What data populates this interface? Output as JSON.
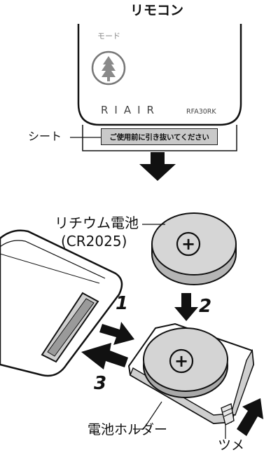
{
  "remote_title": "リモコン",
  "mode_label": "モード",
  "brand_logo": "RIAIR",
  "model_number": "RFA30RK",
  "sheet_label": "シート",
  "sheet_tab_text": "ご使用前に引き抜いてください",
  "battery_label_line1": "リチウム電池",
  "battery_label_line2": "(CR2025)",
  "step_1": "1",
  "step_2": "2",
  "step_3": "3",
  "holder_label": "電池ホルダー",
  "tab_label": "ツメ",
  "plus_symbol": "+",
  "colors": {
    "fill_light": "#d4d4d4",
    "fill_mid": "#a9a9a9",
    "outline": "#111111",
    "arrow": "#111111"
  }
}
